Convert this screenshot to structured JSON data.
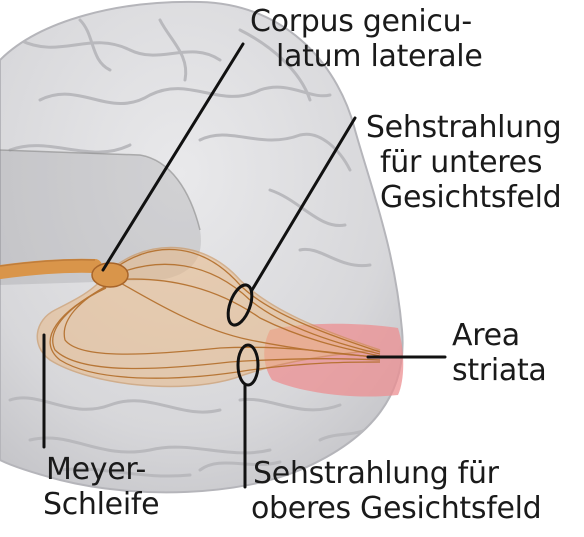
{
  "labels": {
    "lgn": [
      "Corpus genicu-",
      "latum laterale"
    ],
    "radiation_lower": [
      "Sehstrahlung",
      "für unteres",
      "Gesichtsfeld"
    ],
    "area_striata": [
      "Area",
      "striata"
    ],
    "meyer_loop": [
      "Meyer-",
      "Schleife"
    ],
    "radiation_upper": [
      "Sehstrahlung für",
      "oberes Gesichtsfeld"
    ]
  },
  "colors": {
    "background": "#ffffff",
    "brain_fill": "#dcdcde",
    "brain_sulcus": "#b9b9bd",
    "optic_tract": "#d9954a",
    "fiber_fill": "#e9b987",
    "fiber_line": "#b36e2a",
    "area_striata": "#ec8f92",
    "callout_line": "#111111"
  }
}
